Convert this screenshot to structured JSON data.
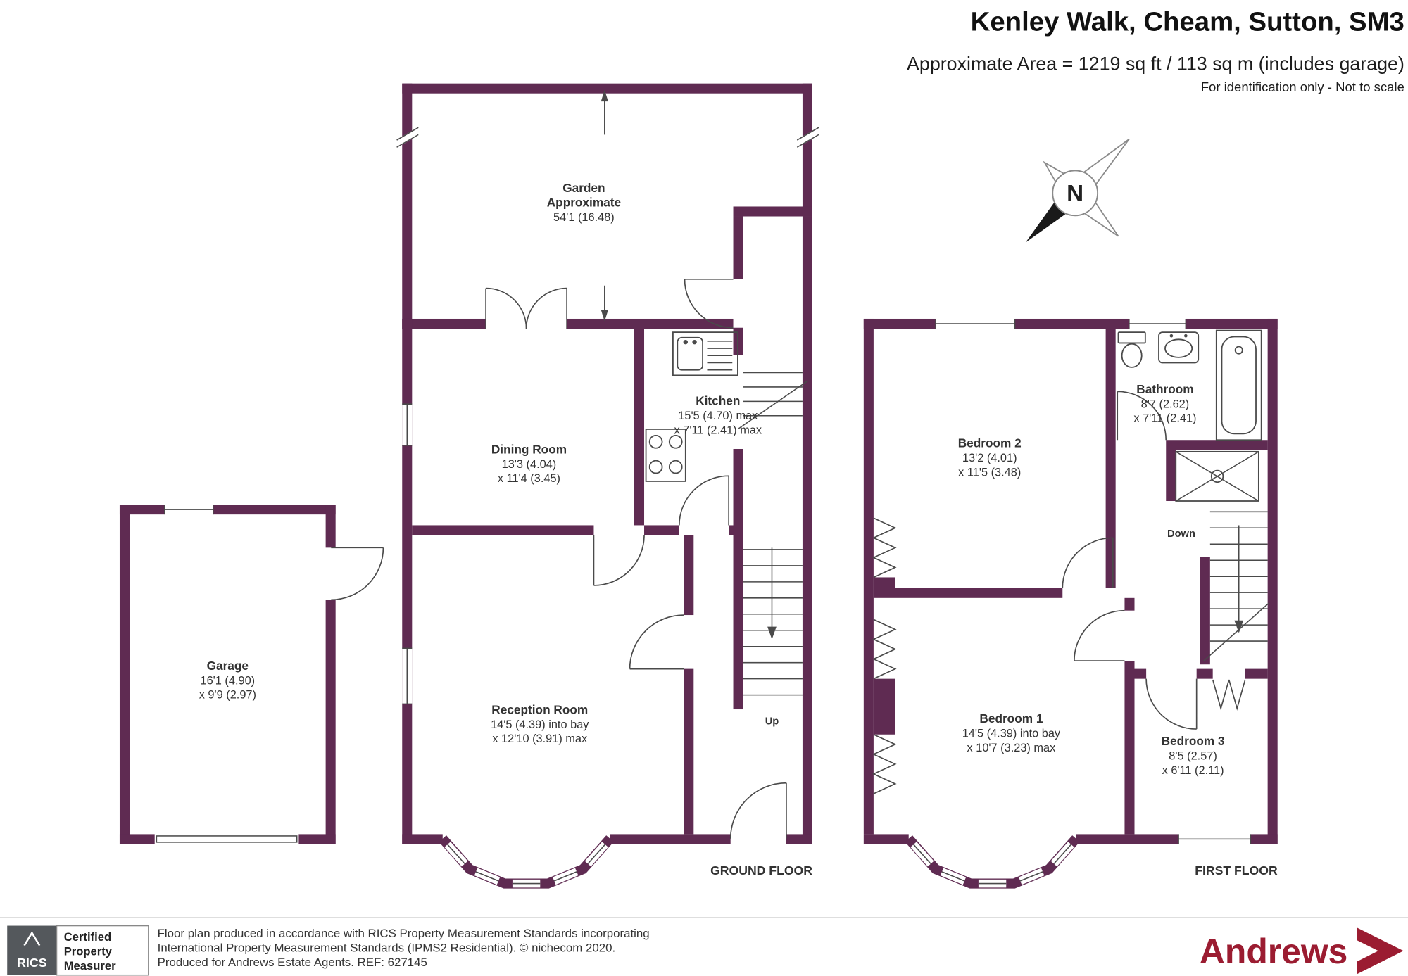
{
  "header": {
    "title": "Kenley Walk, Cheam, Sutton, SM3",
    "subtitle": "Approximate Area = 1219 sq ft / 113 sq m (includes garage)",
    "note": "For identification only - Not to scale"
  },
  "compass": {
    "north_label": "N"
  },
  "ground_floor": {
    "floor_label": "GROUND FLOOR",
    "garden": {
      "name": "Garden",
      "qualifier": "Approximate",
      "dims": "54'1 (16.48)"
    },
    "dining_room": {
      "name": "Dining Room",
      "dims_1": "13'3 (4.04)",
      "dims_2": "x 11'4 (3.45)"
    },
    "kitchen": {
      "name": "Kitchen",
      "dims_1": "15'5 (4.70) max",
      "dims_2": "x 7'11 (2.41) max"
    },
    "reception_room": {
      "name": "Reception Room",
      "dims_1": "14'5 (4.39) into bay",
      "dims_2": "x 12'10 (3.91) max"
    },
    "garage": {
      "name": "Garage",
      "dims_1": "16'1 (4.90)",
      "dims_2": "x 9'9 (2.97)"
    },
    "stairs_label": "Up"
  },
  "first_floor": {
    "floor_label": "FIRST FLOOR",
    "bedroom_1": {
      "name": "Bedroom 1",
      "dims_1": "14'5 (4.39) into bay",
      "dims_2": "x 10'7 (3.23) max"
    },
    "bedroom_2": {
      "name": "Bedroom 2",
      "dims_1": "13'2 (4.01)",
      "dims_2": "x 11'5 (3.48)"
    },
    "bedroom_3": {
      "name": "Bedroom 3",
      "dims_1": "8'5 (2.57)",
      "dims_2": "x 6'11 (2.11)"
    },
    "bathroom": {
      "name": "Bathroom",
      "dims_1": "8'7 (2.62)",
      "dims_2": "x 7'11 (2.41)"
    },
    "stairs_label": "Down"
  },
  "footer": {
    "rics_logo_text": "RICS",
    "certification": {
      "line_1": "Certified",
      "line_2": "Property",
      "line_3": "Measurer"
    },
    "disclaimer_line_1": "Floor plan produced in accordance with RICS Property Measurement Standards incorporating",
    "disclaimer_line_2": "International Property Measurement Standards (IPMS2 Residential).  © nichecom 2020.",
    "disclaimer_line_3": "Produced for Andrews Estate Agents.   REF:  627145",
    "brand_name": "Andrews"
  },
  "colors": {
    "wall": "#5f2b52",
    "brand_red": "#9b1c31"
  }
}
